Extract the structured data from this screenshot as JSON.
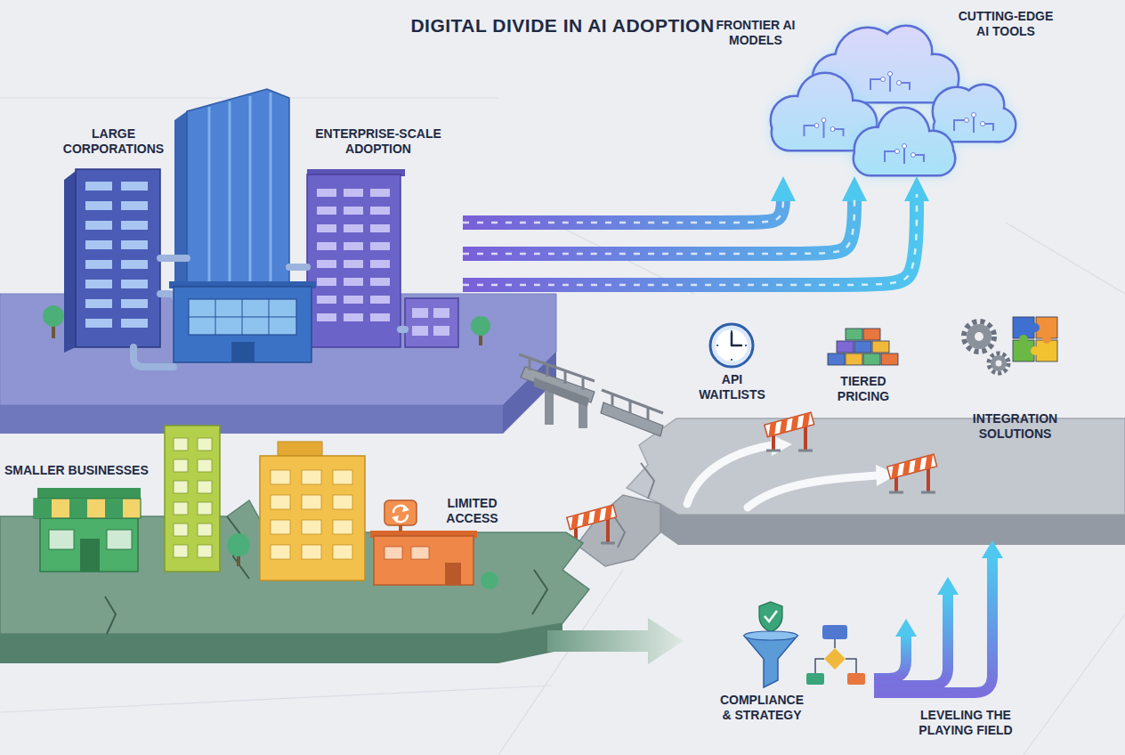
{
  "diagram": {
    "title": "DIGITAL DIVIDE IN AI ADOPTION",
    "nodes": [
      {
        "text": [
          "LARGE CORPORATIONS",
          "ENTERPRISE-SCALE ADOPTION"
        ]
      },
      {
        "text": [
          "FRONTIER AI MODELS",
          "CUTTING-EDGE AI TOOLS"
        ]
      },
      {
        "text": [
          "SMALLER BUSINESSES",
          "LIMITED ACCESS"
        ]
      }
    ],
    "edges": [
      {
        "from": 0,
        "to": 1,
        "arrow": "to"
      },
      {
        "from": 0,
        "to": 1,
        "arrow": "to"
      },
      {
        "from": 0,
        "to": 1,
        "arrow": "to"
      }
    ],
    "labels": [
      "API WAITLISTS",
      "TIERED PRICING",
      "INTEGRATION SOLUTIONS",
      "COMPLIANCE & STRATEGY",
      "LEVELING THE PLAYING FIELD"
    ]
  }
}
